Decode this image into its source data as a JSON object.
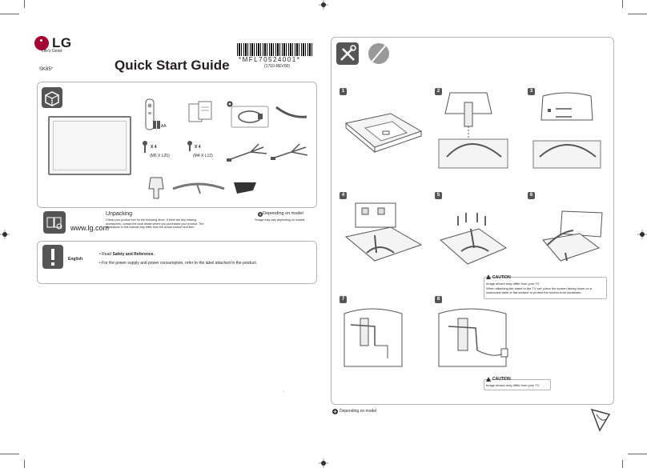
{
  "brand": {
    "logo_text": "LG",
    "tagline": "Life's Good",
    "color": "#a50034"
  },
  "model": "SK85*",
  "title": "Quick Start Guide",
  "barcode": {
    "code": "*MFL70524001*",
    "revision": "(1710-REV00)"
  },
  "components": {
    "batteries_label": "AA",
    "screw_a_qty": "X 4",
    "screw_a_size": "(M5 X L25)",
    "screw_b_qty": "X 4",
    "screw_b_size": "(M4 X L12)"
  },
  "unpacking": {
    "website": "www.lg.com",
    "heading": "Unpacking",
    "body": "Check your product box for the following items. If there are any missing accessories, contact the local dealer where you purchased your product. The illustrations in this manual may differ from the actual product and item.",
    "depending_note": "Depending on model",
    "image_note": "*Image may vary depending on models."
  },
  "safety": {
    "language": "English",
    "line1_prefix": "• Read ",
    "line1_bold": "Safety and Reference.",
    "line2": "• For the power supply and power consumption, refer to the label attached to the product."
  },
  "steps": [
    "1",
    "2",
    "3",
    "4",
    "5",
    "6",
    "7",
    "8"
  ],
  "caution1": {
    "heading": "CAUTION",
    "line1": "Image shown may differ from your TV",
    "line2": "When attaching the stand to the TV set, place the screen facing down on a cushioned table or flat surface to protect the screen from scratches."
  },
  "caution2": {
    "heading": "CAUTION",
    "line1": "Image shown may differ from your TV"
  },
  "footer_note": "Depending on model"
}
